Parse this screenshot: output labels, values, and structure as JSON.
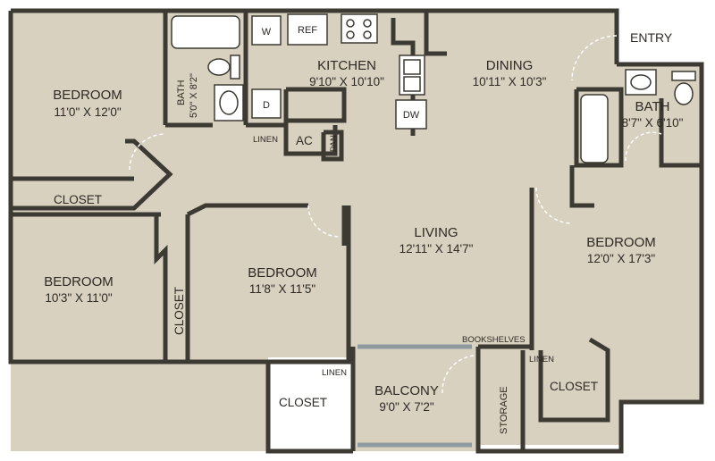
{
  "rooms": {
    "bedroom_nw": {
      "name": "BEDROOM",
      "dims": "11'0\" X 12'0\""
    },
    "bath_1": {
      "name": "BATH",
      "dims": "5'0\" X 8'2\""
    },
    "kitchen": {
      "name": "KITCHEN",
      "dims": "9'10\" X 10'10\""
    },
    "dining": {
      "name": "DINING",
      "dims": "10'11\" X 10'3\""
    },
    "bath_2": {
      "name": "BATH",
      "dims": "8'7\" X 6'10\""
    },
    "bedroom_sw": {
      "name": "BEDROOM",
      "dims": "10'3\" X 11'0\""
    },
    "bedroom_mid": {
      "name": "BEDROOM",
      "dims": "11'8\" X 11'5\""
    },
    "living": {
      "name": "LIVING",
      "dims": "12'11\" X 14'7\""
    },
    "bedroom_east": {
      "name": "BEDROOM",
      "dims": "12'0\" X 17'3\""
    },
    "balcony": {
      "name": "BALCONY",
      "dims": "9'0\" X 7'2\""
    }
  },
  "labels": {
    "entry": "ENTRY",
    "closet": "CLOSET",
    "linen": "LINEN",
    "ac": "AC",
    "pan": "PAN",
    "washer": "W",
    "dryer": "D",
    "refrigerator": "REF",
    "dishwasher": "DW",
    "bookshelves": "BOOKSHELVES",
    "storage": "STORAGE"
  },
  "colors": {
    "floor": "#d8d1c0",
    "wall": "#3d3a33",
    "fixture": "#ffffff",
    "window": "#8f9aa0",
    "text": "#2d2a24"
  }
}
